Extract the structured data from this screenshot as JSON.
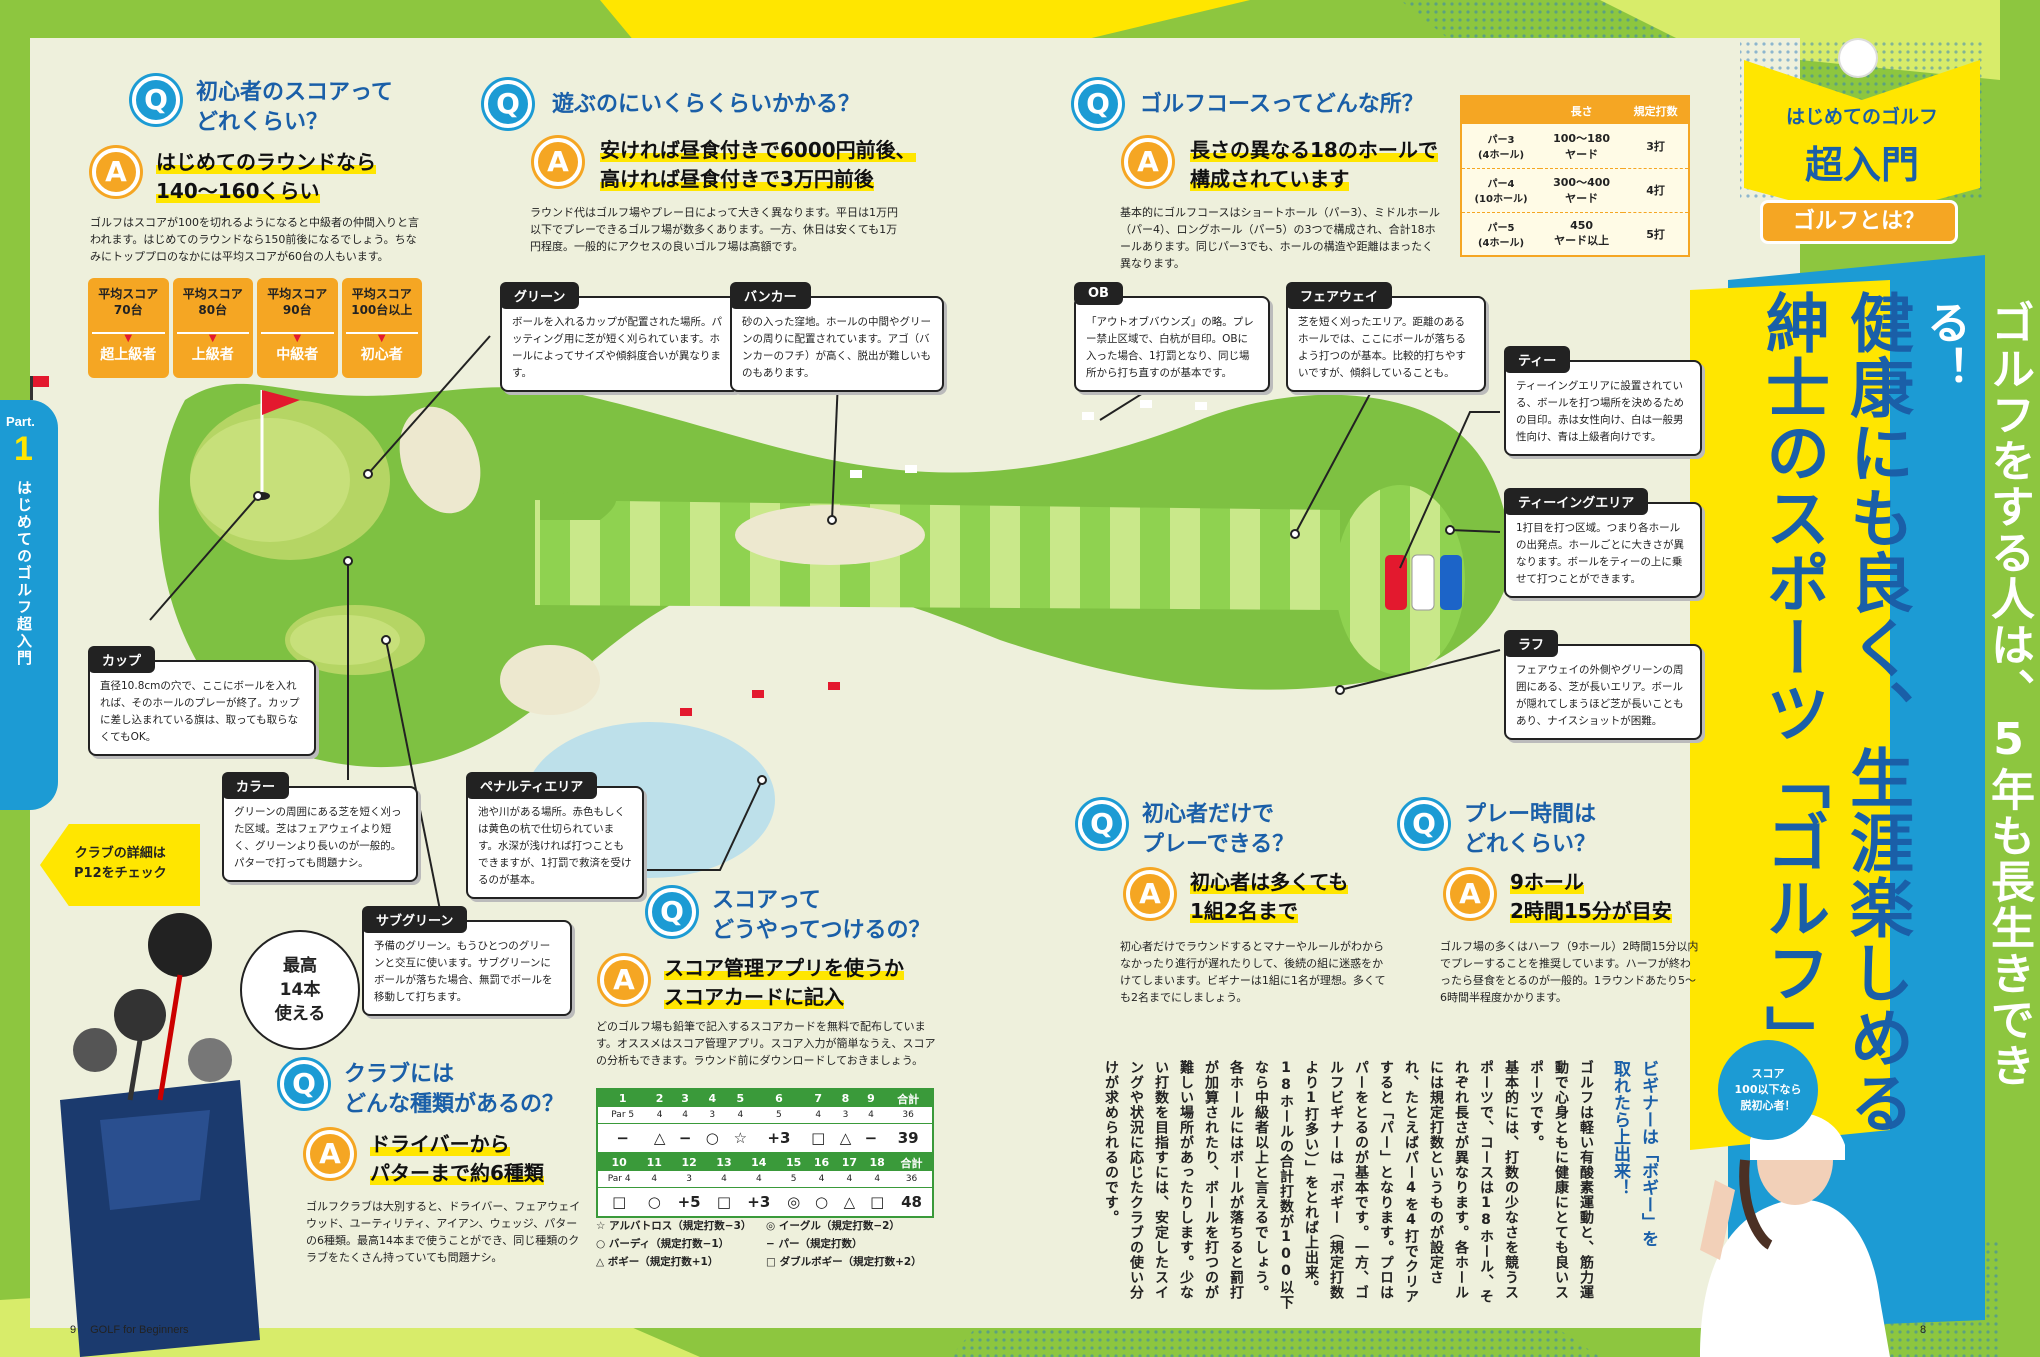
{
  "colors": {
    "grass": "#8dc63f",
    "paper": "#eef0dc",
    "fairway": "#7ec142",
    "green": "#c7e07a",
    "bunker": "#ede8cf",
    "water": "#bde0ea",
    "brand_blue": "#1c9bd4",
    "accent_yellow": "#ffe600",
    "accent_orange": "#f5a623"
  },
  "sections": {
    "score": {
      "q": "初心者のスコアって\nどれくらい？",
      "a": "はじめてのラウンドなら\n140〜160くらい",
      "body": "ゴルフはスコアが100を切れるようになると中級者の仲間入りと言われます。はじめてのラウンドなら150前後になるでしょう。ちなみにトッププロのなかには平均スコアが60台の人もいます。"
    },
    "cost": {
      "q": "遊ぶのにいくらくらいかかる？",
      "a": "安ければ昼食付きで6000円前後、\n高ければ昼食付きで3万円前後",
      "body": "ラウンド代はゴルフ場やプレー日によって大きく異なります。平日は1万円以下でプレーできるゴルフ場が数多くあります。一方、休日は安くても1万円程度。一般的にアクセスの良いゴルフ場は高額です。"
    },
    "course": {
      "q": "ゴルフコースってどんな所？",
      "a": "長さの異なる18のホールで\n構成されています",
      "body": "基本的にゴルフコースはショートホール（パー3）、ミドルホール（パー4）、ロングホール（パー5）の3つで構成され、合計18ホールあります。同じパー3でも、ホールの構造や距離はまったく異なります。"
    },
    "beginners": {
      "q": "初心者だけで\nプレーできる？",
      "a": "初心者は多くても\n1組2名まで",
      "body": "初心者だけでラウンドするとマナーやルールがわからなかったり進行が遅れたりして、後続の組に迷惑をかけてしまいます。ビギナーは1組に1名が理想。多くても2名までにしましょう。"
    },
    "playtime": {
      "q": "プレー時間は\nどれくらい？",
      "a": "9ホール\n2時間15分が目安",
      "body": "ゴルフ場の多くはハーフ（9ホール）2時間15分以内でプレーすることを推奨しています。ハーフが終わったら昼食をとるのが一般的。1ラウンドあたり5〜6時間半程度かかります。"
    },
    "scoring": {
      "q": "スコアって\nどうやってつけるの？",
      "a": "スコア管理アプリを使うか\nスコアカードに記入",
      "body": "どのゴルフ場も鉛筆で記入するスコアカードを無料で配布しています。オススメはスコア管理アプリ。スコア入力が簡単なうえ、スコアの分析もできます。ラウンド前にダウンロードしておきましょう。"
    },
    "clubs": {
      "q": "クラブには\nどんな種類があるの？",
      "a": "ドライバーから\nパターまで約6種類",
      "body": "ゴルフクラブは大別すると、ドライバー、フェアウェイウッド、ユーティリティ、アイアン、ウェッジ、パターの6種類。最高14本まで使うことができ、同じ種類のクラブをたくさん持っていても問題ナシ。"
    }
  },
  "score_levels": [
    {
      "avg": "平均スコア\n70台",
      "level": "超上級者"
    },
    {
      "avg": "平均スコア\n80台",
      "level": "上級者"
    },
    {
      "avg": "平均スコア\n90台",
      "level": "中級者"
    },
    {
      "avg": "平均スコア\n100台以上",
      "level": "初心者"
    }
  ],
  "par_table": {
    "headers": [
      "",
      "長さ",
      "規定打数"
    ],
    "rows": [
      [
        "パー3\n(4ホール)",
        "100〜180\nヤード",
        "3打"
      ],
      [
        "パー4\n(10ホール)",
        "300〜400\nヤード",
        "4打"
      ],
      [
        "パー5\n(4ホール)",
        "450\nヤード以上",
        "5打"
      ]
    ]
  },
  "callouts": {
    "green": {
      "t": "グリーン",
      "b": "ボールを入れるカップが配置された場所。パッティング用に芝が短く刈られています。ホールによってサイズや傾斜度合いが異なります。"
    },
    "bunker": {
      "t": "バンカー",
      "b": "砂の入った窪地。ホールの中間やグリーンの周りに配置されています。アゴ（バンカーのフチ）が高く、脱出が難しいものもあります。"
    },
    "ob": {
      "t": "OB",
      "b": "「アウトオブバウンズ」の略。プレー禁止区域で、白杭が目印。OBに入った場合、1打罰となり、同じ場所から打ち直すのが基本です。"
    },
    "fairway": {
      "t": "フェアウェイ",
      "b": "芝を短く刈ったエリア。距離のあるホールでは、ここにボールが落ちるよう打つのが基本。比較的打ちやすいですが、傾斜していることも。"
    },
    "tee": {
      "t": "ティー",
      "b": "ティーイングエリアに設置されている、ボールを打つ場所を決めるための目印。赤は女性向け、白は一般男性向け、青は上級者向けです。"
    },
    "teeing": {
      "t": "ティーイングエリア",
      "b": "1打目を打つ区域。つまり各ホールの出発点。ホールごとに大きさが異なります。ボールをティーの上に乗せて打つことができます。"
    },
    "rough": {
      "t": "ラフ",
      "b": "フェアウェイの外側やグリーンの周囲にある、芝が長いエリア。ボールが隠れてしまうほど芝が長いこともあり、ナイスショットが困難。"
    },
    "cup": {
      "t": "カップ",
      "b": "直径10.8cmの穴で、ここにボールを入れれば、そのホールのプレーが終了。カップに差し込まれている旗は、取っても取らなくてもOK。"
    },
    "collar": {
      "t": "カラー",
      "b": "グリーンの周囲にある芝を短く刈った区域。芝はフェアウェイより短く、グリーンより長いのが一般的。パターで打っても問題ナシ。"
    },
    "hazard": {
      "t": "ペナルティエリア",
      "b": "池や川がある場所。赤色もしくは黄色の杭で仕切られています。水深が浅ければ打つこともできますが、1打罰で救済を受けるのが基本。"
    },
    "subgreen": {
      "t": "サブグリーン",
      "b": "予備のグリーン。もうひとつのグリーンと交互に使います。サブグリーンにボールが落ちた場合、無罰でボールを移動して打ちます。"
    }
  },
  "scorecard": {
    "front": {
      "holes": [
        "1",
        "2",
        "3",
        "4",
        "5",
        "6",
        "7",
        "8",
        "9",
        "合計"
      ],
      "par": [
        "Par 5",
        "4",
        "4",
        "3",
        "4",
        "5",
        "4",
        "3",
        "4",
        "36"
      ],
      "scores": [
        "−",
        "△",
        "−",
        "○",
        "☆",
        "+3",
        "□",
        "△",
        "−",
        "39"
      ]
    },
    "back": {
      "holes": [
        "10",
        "11",
        "12",
        "13",
        "14",
        "15",
        "16",
        "17",
        "18",
        "合計"
      ],
      "par": [
        "Par 4",
        "4",
        "3",
        "4",
        "4",
        "5",
        "4",
        "4",
        "4",
        "36"
      ],
      "scores": [
        "□",
        "○",
        "+5",
        "□",
        "+3",
        "◎",
        "○",
        "△",
        "□",
        "48"
      ]
    },
    "legend": [
      "☆ アルバトロス（規定打数−3）",
      "◎ イーグル（規定打数−2）",
      "○ バーディ（規定打数−1）",
      "− パー（規定打数）",
      "△ ボギー（規定打数+1）",
      "□ ダブルボギー（規定打数+2）"
    ]
  },
  "sidebar": {
    "part_label": "Part.",
    "part_number": "1",
    "part_title": "はじめてのゴルフ超入門"
  },
  "club_arrow": "クラブの詳細は\nP12をチェック",
  "bubble": "最高\n14本\n使える",
  "masthead": {
    "small": "はじめてのゴルフ",
    "big": "超入門",
    "sub": "ゴルフとは？"
  },
  "headline": {
    "line1": "ゴルフをする人は、5年も長生きできる！",
    "line2": "健康にも良く、生涯楽しめる",
    "line3": "紳士のスポーツ「ゴルフ」"
  },
  "lead_title": "ビギナーは「ボギー」を\n取れたら上出来！",
  "lead_body": "ゴルフは軽い有酸素運動と、筋力運動で心身ともに健康にとても良いスポーツです。\n基本的には、打数の少なさを競うスポーツで、コースは18ホール、それぞれ長さが異なります。各ホールには規定打数というものが設定され、たとえばパー4を4打でクリアすると「パー」となります。プロはパーをとるのが基本です。一方、ゴルフビギナーは「ボギー（規定打数より1打多い）」をとれば上出来。18ホールの合計打数が100以下なら中級者以上と言えるでしょう。各ホールにはボールが落ちると罰打が加算されたり、ボールを打つのが難しい場所があったりします。少ない打数を目指すには、安定したスイングや状況に応じたクラブの使い分けが求められるのです。",
  "player_bubble": "スコア\n100以下なら\n脱初心者！",
  "folio_left": "9",
  "folio_left_text": "GOLF for Beginners",
  "folio_right": "8",
  "icons": {
    "q": "Q",
    "a": "A",
    "q_icon": "q-badge-icon",
    "a_icon": "a-badge-icon",
    "golf_ball": "golf-ball-icon",
    "flag": "flag-icon"
  }
}
